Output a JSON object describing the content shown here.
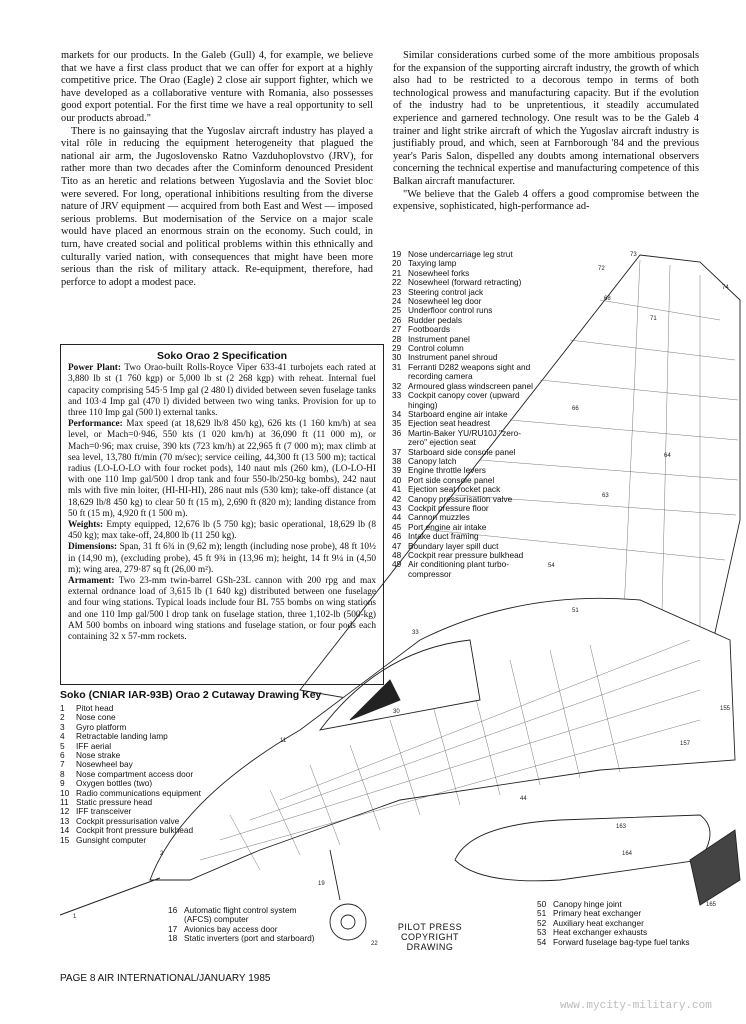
{
  "left_column": {
    "paragraphs": [
      "markets for our products. In the Galeb (Gull) 4, for example, we believe that we have a first class product that we can offer for export at a highly competitive price. The Orao (Eagle) 2 close air support fighter, which we have developed as a collaborative venture with Romania, also possesses good export potential. For the first time we have a real opportunity to sell our products abroad.\"",
      "There is no gainsaying that the Yugoslav aircraft industry has played a vital rôle in reducing the equipment heterogeneity that plagued the national air arm, the Jugoslovensko Ratno Vazduhoplovstvo (JRV), for rather more than two decades after the Cominform denounced President Tito as an heretic and relations between Yugoslavia and the Soviet bloc were severed. For long, operational inhibitions resulting from the diverse nature of JRV equipment — acquired from both East and West — imposed serious problems. But modernisation of the Service on a major scale would have placed an enormous strain on the economy. Such could, in turn, have created social and political problems within this ethnically and culturally varied nation, with consequences that might have been more serious than the risk of military attack. Re-equipment, therefore, had perforce to adopt a modest pace."
    ]
  },
  "right_column": {
    "paragraphs": [
      "Similar considerations curbed some of the more ambitious proposals for the expansion of the supporting aircraft industry, the growth of which also had to be restricted to a decorous tempo in terms of both technological prowess and manufacturing capacity. But if the evolution of the industry had to be unpretentious, it steadily accumulated experience and garnered technology. One result was to be the Galeb 4 trainer and light strike aircraft of which the Yugoslav aircraft industry is justifiably proud, and which, seen at Farnborough '84 and the previous year's Paris Salon, dispelled any doubts among international observers concerning the technical expertise and manufacturing competence of this Balkan aircraft manufacturer.",
      "\"We believe that the Galeb 4 offers a good compromise between the expensive, sophisticated, high-performance ad-"
    ]
  },
  "spec_box": {
    "title": "Soko Orao 2 Specification",
    "sections": [
      {
        "label": "Power Plant:",
        "text": "Two Orao-built Rolls-Royce Viper 633-41 turbojets each rated at 3,880 lb st (1 760 kgp) or 5,000 lb st (2 268 kgp) with reheat. Internal fuel capacity comprising 545·5 Imp gal (2 480 l) divided between seven fuselage tanks and 103·4 Imp gal (470 l) divided between two wing tanks. Provision for up to three 110 Imp gal (500 l) external tanks."
      },
      {
        "label": "Performance:",
        "text": "Max speed (at 18,629 lb/8 450 kg), 626 kts (1 160 km/h) at sea level, or Mach=0·946, 550 kts (1 020 km/h) at 36,090 ft (11 000 m), or Mach=0·96; max cruise, 390 kts (723 km/h) at 22,965 ft (7 000 m); max climb at sea level, 13,780 ft/min (70 m/sec); service ceiling, 44,300 ft (13 500 m); tactical radius (LO-LO-LO with four rocket pods), 140 naut mls (260 km), (LO-LO-HI with one 110 Imp gal/500 l drop tank and four 550-lb/250-kg bombs), 242 naut mls with five min loiter, (HI-HI-HI), 286 naut mls (530 km); take-off distance (at 18,629 lb/8 450 kg) to clear 50 ft (15 m), 2,690 ft (820 m); landing distance from 50 ft (15 m), 4,920 ft (1 500 m)."
      },
      {
        "label": "Weights:",
        "text": "Empty equipped, 12,676 lb (5 750 kg); basic operational, 18,629 lb (8 450 kg); max take-off, 24,800 lb (11 250 kg)."
      },
      {
        "label": "Dimensions:",
        "text": "Span, 31 ft 6¾ in (9,62 m); length (including nose probe), 48 ft 10½ in (14,90 m), (excluding probe), 45 ft 9¾ in (13,96 m); height, 14 ft 9¼ in (4,50 m); wing area, 279·87 sq ft (26,00 m²)."
      },
      {
        "label": "Armament:",
        "text": "Two 23-mm twin-barrel GSh-23L cannon with 200 rpg and max external ordnance load of 3,615 lb (1 640 kg) distributed between one fuselage and four wing stations. Typical loads include four BL 755 bombs on wing stations and one 110 Imp gal/500 l drop tank on fuselage station, three 1,102-lb (500-kg) AM 500 bombs on inboard wing stations and fuselage station, or four pods each containing 32 x 57-mm rockets."
      }
    ]
  },
  "key": {
    "title": "Soko (CNIAR IAR-93B) Orao 2 Cutaway Drawing Key",
    "group_a": [
      {
        "n": "1",
        "t": "Pitot head"
      },
      {
        "n": "2",
        "t": "Nose cone"
      },
      {
        "n": "3",
        "t": "Gyro platform"
      },
      {
        "n": "4",
        "t": "Retractable landing lamp"
      },
      {
        "n": "5",
        "t": "IFF aerial"
      },
      {
        "n": "6",
        "t": "Nose strake"
      },
      {
        "n": "7",
        "t": "Nosewheel bay"
      },
      {
        "n": "8",
        "t": "Nose compartment access door"
      },
      {
        "n": "9",
        "t": "Oxygen bottles (two)"
      },
      {
        "n": "10",
        "t": "Radio communications equipment"
      },
      {
        "n": "11",
        "t": "Static pressure head"
      },
      {
        "n": "12",
        "t": "IFF transceiver"
      },
      {
        "n": "13",
        "t": "Cockpit pressurisation valve"
      },
      {
        "n": "14",
        "t": "Cockpit front pressure bulkhead"
      },
      {
        "n": "15",
        "t": "Gunsight computer"
      }
    ],
    "group_b": [
      {
        "n": "19",
        "t": "Nose undercarriage leg strut"
      },
      {
        "n": "20",
        "t": "Taxying lamp"
      },
      {
        "n": "21",
        "t": "Nosewheel forks"
      },
      {
        "n": "22",
        "t": "Nosewheel (forward retracting)"
      },
      {
        "n": "23",
        "t": "Steering control jack"
      },
      {
        "n": "24",
        "t": "Nosewheel leg door"
      },
      {
        "n": "25",
        "t": "Underfloor control runs"
      },
      {
        "n": "26",
        "t": "Rudder pedals"
      },
      {
        "n": "27",
        "t": "Footboards"
      },
      {
        "n": "28",
        "t": "Instrument panel"
      },
      {
        "n": "29",
        "t": "Control column"
      },
      {
        "n": "30",
        "t": "Instrument panel shroud"
      },
      {
        "n": "31",
        "t": "Ferranti D282 weapons sight and recording camera"
      },
      {
        "n": "32",
        "t": "Armoured glass windscreen panel"
      },
      {
        "n": "33",
        "t": "Cockpit canopy cover (upward hinging)"
      },
      {
        "n": "34",
        "t": "Starboard engine air intake"
      },
      {
        "n": "35",
        "t": "Ejection seat headrest"
      },
      {
        "n": "36",
        "t": "Martin-Baker YU/RU10J \"zero-zero\" ejection seat"
      },
      {
        "n": "37",
        "t": "Starboard side console panel"
      },
      {
        "n": "38",
        "t": "Canopy latch"
      },
      {
        "n": "39",
        "t": "Engine throttle levers"
      },
      {
        "n": "40",
        "t": "Port side console panel"
      },
      {
        "n": "41",
        "t": "Ejection seat rocket pack"
      },
      {
        "n": "42",
        "t": "Canopy pressurisation valve"
      },
      {
        "n": "43",
        "t": "Cockpit pressure floor"
      },
      {
        "n": "44",
        "t": "Cannon muzzles"
      },
      {
        "n": "45",
        "t": "Port engine air intake"
      },
      {
        "n": "46",
        "t": "Intake duct framing"
      },
      {
        "n": "47",
        "t": "Boundary layer spill duct"
      },
      {
        "n": "48",
        "t": "Cockpit rear pressure bulkhead"
      },
      {
        "n": "49",
        "t": "Air conditioning plant turbo-compressor"
      }
    ],
    "group_c": [
      {
        "n": "16",
        "t": "Automatic flight control system (AFCS) computer"
      },
      {
        "n": "17",
        "t": "Avionics bay access door"
      },
      {
        "n": "18",
        "t": "Static inverters (port and starboard)"
      }
    ],
    "group_d": [
      {
        "n": "50",
        "t": "Canopy hinge joint"
      },
      {
        "n": "51",
        "t": "Primary heat exchanger"
      },
      {
        "n": "52",
        "t": "Auxiliary heat exchanger"
      },
      {
        "n": "53",
        "t": "Heat exchanger exhausts"
      },
      {
        "n": "54",
        "t": "Forward fuselage bag-type fuel tanks"
      }
    ]
  },
  "drawing_credit": [
    "PILOT PRESS",
    "COPYRIGHT",
    "DRAWING"
  ],
  "footer": "PAGE 8  AIR INTERNATIONAL/JANUARY 1985",
  "watermark": "www.mycity-military.com"
}
